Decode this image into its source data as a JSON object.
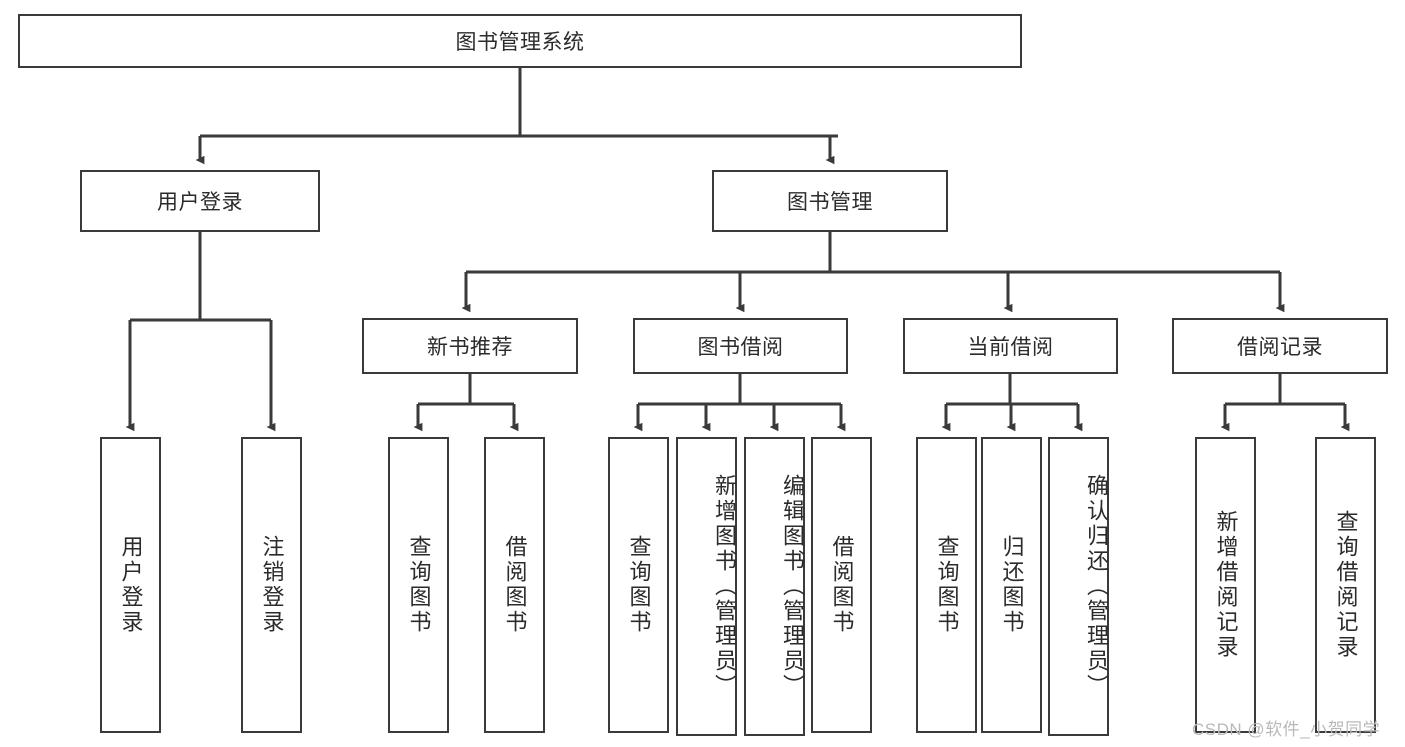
{
  "diagram": {
    "title": "图书管理系统",
    "type": "hierarchy-tree",
    "colors": {
      "background": "#ffffff",
      "stroke": "#3a3a3a",
      "text": "#2b2b2b",
      "watermark": "#b9b9b9"
    },
    "levels": {
      "root": {
        "label": "图书管理系统"
      },
      "level2": [
        {
          "label": "用户登录"
        },
        {
          "label": "图书管理"
        }
      ],
      "level3": [
        {
          "label": "新书推荐"
        },
        {
          "label": "图书借阅"
        },
        {
          "label": "当前借阅"
        },
        {
          "label": "借阅记录"
        }
      ],
      "leaves_user_login": [
        {
          "label": "用户登录"
        },
        {
          "label": "注销登录"
        }
      ],
      "leaves_new_book": [
        {
          "label": "查询图书"
        },
        {
          "label": "借阅图书"
        }
      ],
      "leaves_borrow": [
        {
          "label": "查询图书"
        },
        {
          "label": "新增图书（管理员）"
        },
        {
          "label": "编辑图书（管理员）"
        },
        {
          "label": "借阅图书"
        }
      ],
      "leaves_current": [
        {
          "label": "查询图书"
        },
        {
          "label": "归还图书"
        },
        {
          "label": "确认归还（管理员）"
        }
      ],
      "leaves_record": [
        {
          "label": "新增借阅记录"
        },
        {
          "label": "查询借阅记录"
        }
      ]
    }
  },
  "watermark": {
    "text": "CSDN @软件_小贺同学"
  }
}
